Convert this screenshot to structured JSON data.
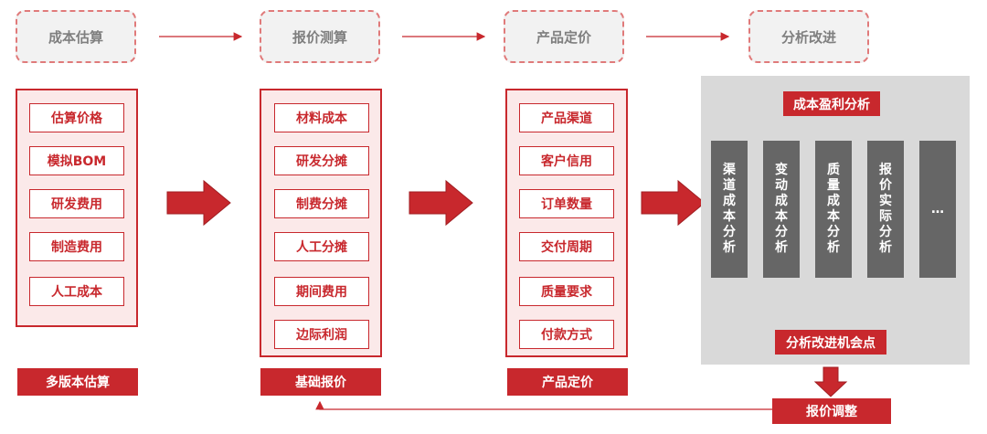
{
  "stages": [
    "成本估算",
    "报价测算",
    "产品定价",
    "分析改进"
  ],
  "columns": [
    {
      "items": [
        "估算价格",
        "模拟BOM",
        "研发费用",
        "制造费用",
        "人工成本"
      ],
      "label": "多版本估算"
    },
    {
      "items": [
        "材料成本",
        "研发分摊",
        "制费分摊",
        "人工分摊",
        "期间费用",
        "边际利润"
      ],
      "label": "基础报价"
    },
    {
      "items": [
        "产品渠道",
        "客户信用",
        "订单数量",
        "交付周期",
        "质量要求",
        "付款方式"
      ],
      "label": "产品定价"
    }
  ],
  "analysis": {
    "top": "成本盈利分析",
    "bars": [
      "渠道成本分析",
      "变动成本分析",
      "质量成本分析",
      "报价实际分析",
      "…"
    ],
    "middle": "分析改进机会点",
    "bottom": "报价调整"
  },
  "colors": {
    "accent": "#c8282d",
    "panel_fill": "#fbe9e9",
    "gray_panel": "#d9d9d9",
    "bar": "#666666"
  }
}
